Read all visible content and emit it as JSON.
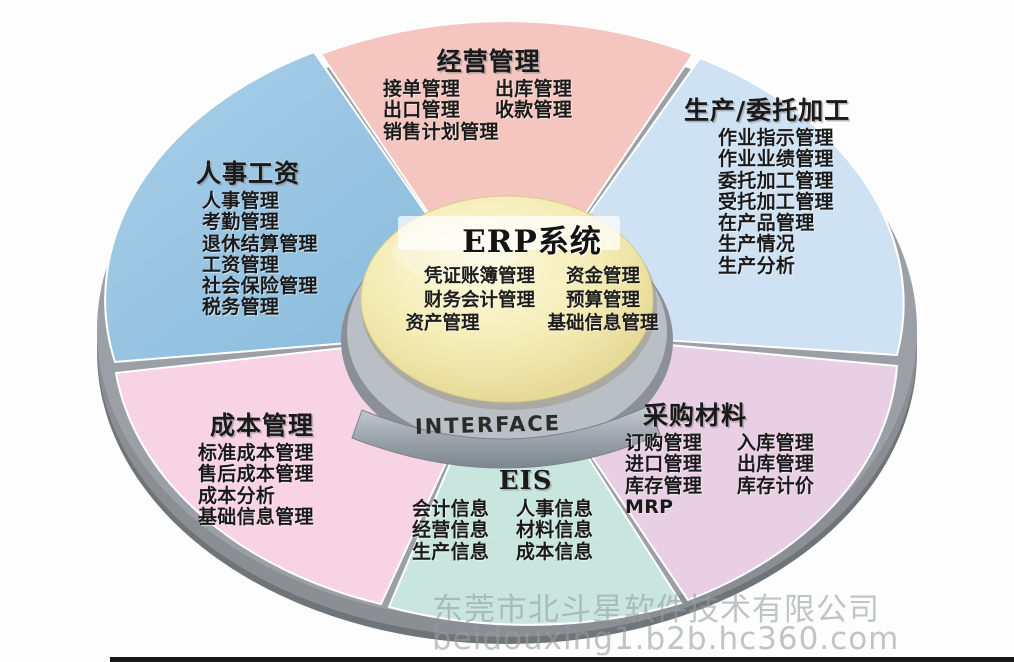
{
  "diagram": {
    "title": "ERP系统",
    "type": "donut-wheel",
    "center": {
      "label_en": "ERP",
      "label_cn": "系统",
      "items": [
        [
          "凭证账簿管理",
          "资金管理"
        ],
        [
          "财务会计管理",
          "预算管理"
        ],
        [
          "资产管理",
          "基础信息管理"
        ]
      ],
      "fill": "#f2e9ae"
    },
    "interface_band": {
      "label": "INTERFACE",
      "fill": "#9aa3ab"
    },
    "sectors": [
      {
        "key": "business",
        "title": "经营管理",
        "fill": "#f5c6bf",
        "items": [
          [
            "接单管理",
            "出库管理"
          ],
          [
            "出口管理",
            "收款管理"
          ],
          [
            "销售计划管理",
            ""
          ]
        ]
      },
      {
        "key": "production",
        "title": "生产/委托加工",
        "fill": "#cfe2f3",
        "items": [
          [
            "作业指示管理"
          ],
          [
            "作业业绩管理"
          ],
          [
            "委托加工管理"
          ],
          [
            "受托加工管理"
          ],
          [
            "在产品管理"
          ],
          [
            "生产情况"
          ],
          [
            "生产分析"
          ]
        ]
      },
      {
        "key": "purchase",
        "title": "采购材料",
        "fill": "#e8cfe3",
        "items": [
          [
            "订购管理",
            "入库管理"
          ],
          [
            "进口管理",
            "出库管理"
          ],
          [
            "库存管理",
            "库存计价"
          ],
          [
            "MRP",
            ""
          ]
        ]
      },
      {
        "key": "eis",
        "title": "EIS",
        "fill": "#c9e6de",
        "items": [
          [
            "会计信息",
            "人事信息"
          ],
          [
            "经营信息",
            "材料信息"
          ],
          [
            "生产信息",
            "成本信息"
          ]
        ]
      },
      {
        "key": "cost",
        "title": "成本管理",
        "fill": "#f8d3e4",
        "items": [
          [
            "标准成本管理"
          ],
          [
            "售后成本管理"
          ],
          [
            "成本分析"
          ],
          [
            "基础信息管理"
          ]
        ]
      },
      {
        "key": "hr",
        "title": "人事工资",
        "fill": "#8fc0e0",
        "items": [
          [
            "人事管理"
          ],
          [
            "考勤管理"
          ],
          [
            "退休结算管理"
          ],
          [
            "工资管理"
          ],
          [
            "社会保险管理"
          ],
          [
            "税务管理"
          ]
        ]
      }
    ]
  },
  "watermark": {
    "company": "东莞市北斗星软件技术有限公司",
    "url": "beidouxing1.b2b.hc360.com"
  },
  "colors": {
    "ring_edge": "#8b8f93",
    "background": "#ffffff",
    "bottom_bar": "#171717"
  }
}
